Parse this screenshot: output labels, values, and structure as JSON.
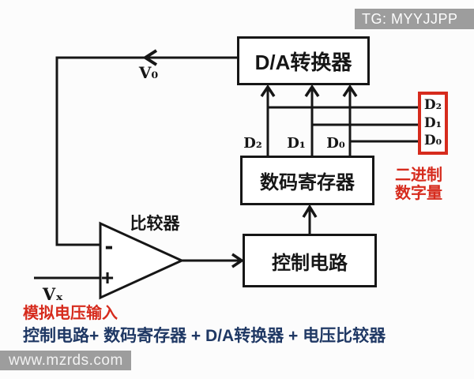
{
  "badge": {
    "text": "TG: MYYJJPP"
  },
  "watermark": {
    "text": "www.mzrds.com"
  },
  "blocks": {
    "dac": "D/A转换器",
    "register": "数码寄存器",
    "control": "控制电路"
  },
  "comparator": {
    "label": "比较器",
    "minus_sign": "-",
    "plus_sign": "+"
  },
  "signals": {
    "v0": "V₀",
    "vx": "Vₓ",
    "d2": "D₂",
    "d1": "D₁",
    "d0": "D₀"
  },
  "output_bits": {
    "d2": "D₂",
    "d1": "D₁",
    "d0": "D₀"
  },
  "annotations": {
    "binary_line1": "二进制",
    "binary_line2": "数字量",
    "analog_input": "模拟电压输入",
    "summary": "控制电路+ 数码寄存器 + D/A转换器 + 电压比较器"
  },
  "colors": {
    "line": "#161616",
    "accent_red": "#d62b1d",
    "summary_blue": "#1f3864",
    "badge_gray": "#9d9d9d"
  }
}
